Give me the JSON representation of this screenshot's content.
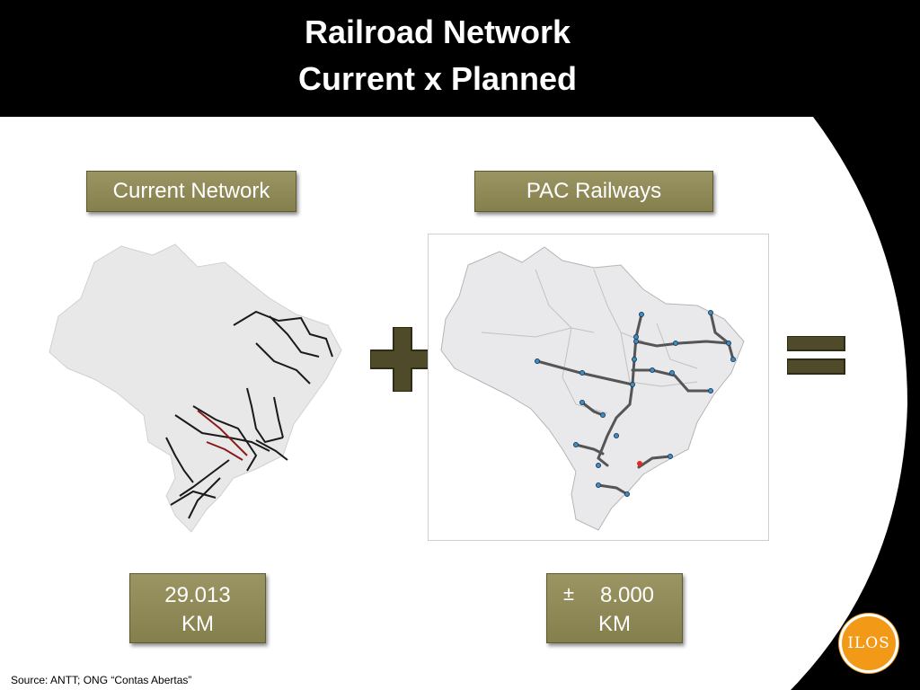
{
  "slide": {
    "title_line1": "Railroad Network",
    "title_line2": "Current x Planned"
  },
  "current": {
    "label": "Current Network",
    "value": "29.013",
    "unit": "KM"
  },
  "planned": {
    "label": "PAC Railways",
    "prefix": "±",
    "value": "8.000",
    "unit": "KM"
  },
  "source": "Source: ANTT; ONG “Contas Abertas”",
  "logo": {
    "text": "ILOS"
  },
  "icons": {
    "plus": "plus-icon",
    "equals": "equals-icon"
  },
  "colors": {
    "background_dark": "#000000",
    "panel": "#ffffff",
    "button_olive": "#8f8a57",
    "plus_icon": "#4e4a2a",
    "logo_orange": "#f29a17",
    "rail_current": "#1a1a1a",
    "rail_current_highlight": "#8b1a1a",
    "rail_planned": "#555555"
  }
}
